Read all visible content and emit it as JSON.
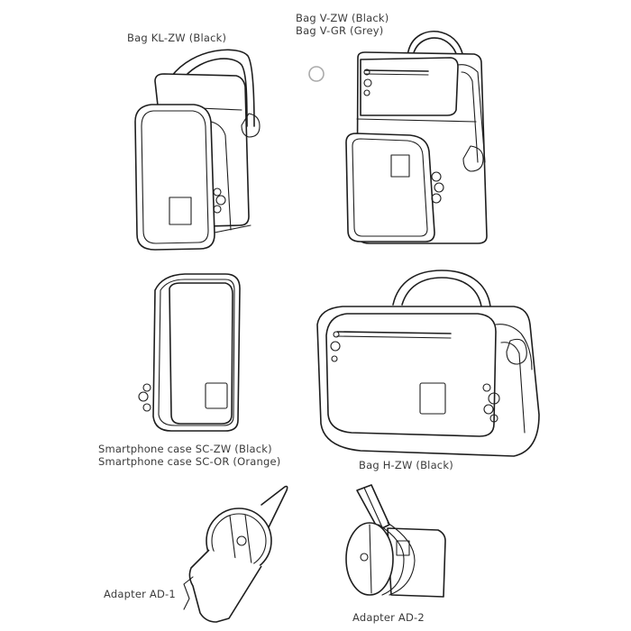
{
  "products": [
    {
      "id": "kl",
      "lines": [
        "Bag KL-ZW (Black)"
      ]
    },
    {
      "id": "v",
      "lines": [
        "Bag V-ZW (Black)",
        "Bag V-GR (Grey)"
      ]
    },
    {
      "id": "sc",
      "lines": [
        "Smartphone case SC-ZW (Black)",
        "Smartphone case SC-OR (Orange)"
      ]
    },
    {
      "id": "h",
      "lines": [
        "Bag H-ZW (Black)"
      ]
    },
    {
      "id": "ad1",
      "lines": [
        "Adapter AD-1"
      ]
    },
    {
      "id": "ad2",
      "lines": [
        "Adapter AD-2"
      ]
    }
  ],
  "colors": {
    "line": "#1e1e1e",
    "text": "#3b3b3b",
    "background": "#ffffff"
  }
}
